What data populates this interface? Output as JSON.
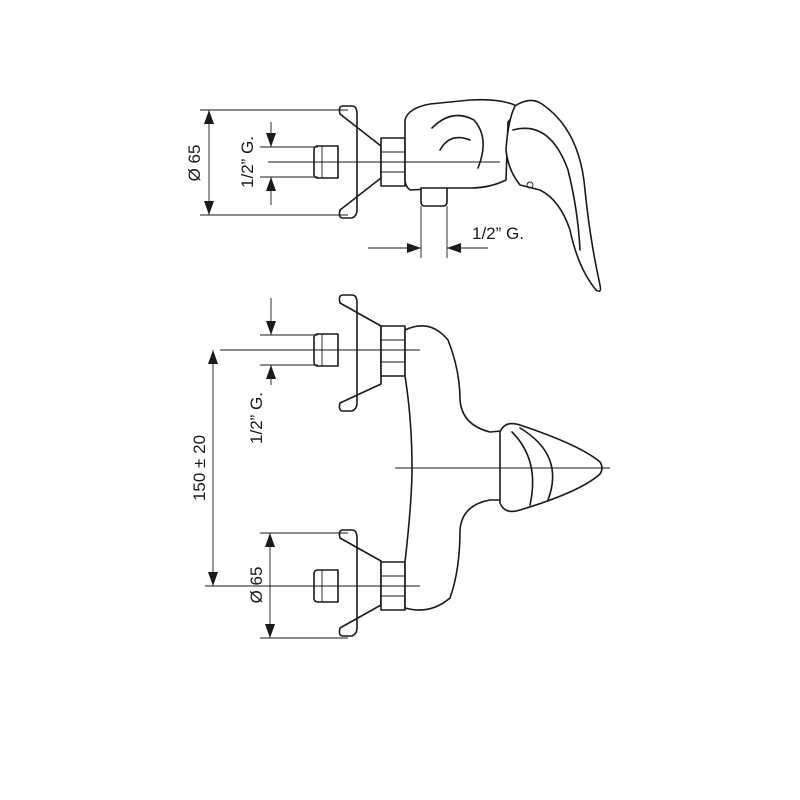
{
  "top_view": {
    "dim_diameter": "Ø 65",
    "dim_inlet_thread": "1/2” G.",
    "dim_outlet_thread": "1/2” G."
  },
  "front_view": {
    "dim_inlet_thread": "1/2” G.",
    "dim_centre_distance": "150 ± 20",
    "dim_diameter": "Ø 65"
  },
  "colors": {
    "line": "#1a1a1a",
    "background": "#ffffff"
  }
}
